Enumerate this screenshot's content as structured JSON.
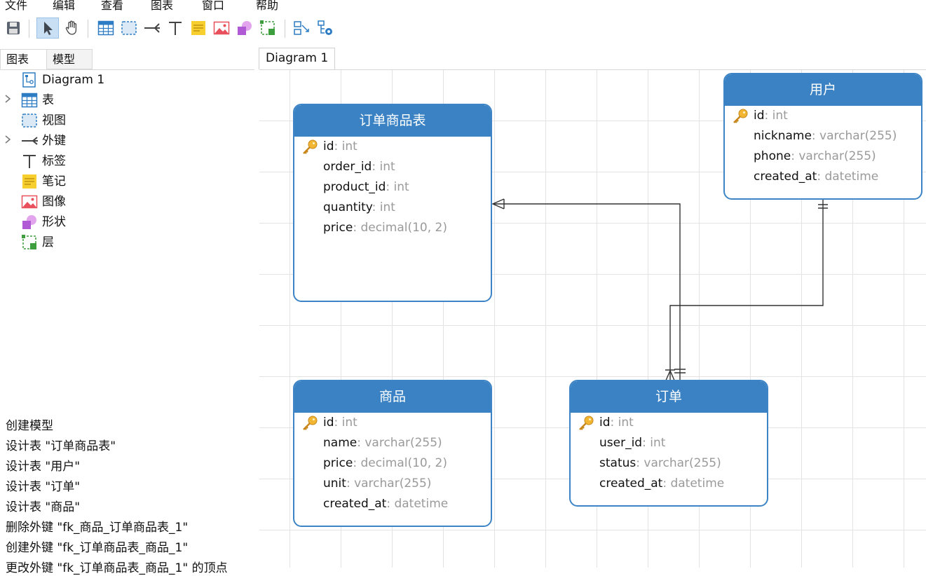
{
  "menu": [
    "文件",
    "编辑",
    "查看",
    "图表",
    "窗口",
    "帮助"
  ],
  "toolbar_icons": [
    "save-icon",
    "pointer-icon",
    "hand-icon",
    "table-icon",
    "view-icon",
    "foreign-key-icon",
    "label-icon",
    "note-icon",
    "image-icon",
    "shape-icon",
    "layer-icon",
    "auto-layout-icon",
    "preview-icon"
  ],
  "left_tabs": [
    "图表",
    "模型"
  ],
  "tree": [
    {
      "label": "Diagram 1",
      "icon": "diagram-icon",
      "expandable": false
    },
    {
      "label": "表",
      "icon": "table-icon",
      "expandable": true
    },
    {
      "label": "视图",
      "icon": "view-icon",
      "expandable": false
    },
    {
      "label": "外键",
      "icon": "foreign-key-icon",
      "expandable": true
    },
    {
      "label": "标签",
      "icon": "label-icon",
      "expandable": false
    },
    {
      "label": "笔记",
      "icon": "note-icon",
      "expandable": false
    },
    {
      "label": "图像",
      "icon": "image-icon",
      "expandable": false
    },
    {
      "label": "形状",
      "icon": "shape-icon",
      "expandable": false
    },
    {
      "label": "层",
      "icon": "layer-icon",
      "expandable": false
    }
  ],
  "history": [
    "创建模型",
    "设计表 \"订单商品表\"",
    "设计表 \"用户\"",
    "设计表 \"订单\"",
    "设计表 \"商品\"",
    "删除外键 \"fk_商品_订单商品表_1\"",
    "创建外键 \"fk_订单商品表_商品_1\"",
    "更改外键 \"fk_订单商品表_商品_1\" 的顶点"
  ],
  "canvas_tab": "Diagram 1",
  "colors": {
    "entity_header": "#3a82c3",
    "entity_border": "#3c84c5",
    "field_type": "#9a9a9a",
    "grid": "#e3e3e3"
  },
  "entities": [
    {
      "id": "order_items",
      "title": "订单商品表",
      "fields": [
        {
          "name": "id",
          "type": ": int",
          "pk": true
        },
        {
          "name": "order_id",
          "type": ": int",
          "pk": false
        },
        {
          "name": "product_id",
          "type": ": int",
          "pk": false
        },
        {
          "name": "quantity",
          "type": ": int",
          "pk": false
        },
        {
          "name": "price",
          "type": ": decimal(10, 2)",
          "pk": false
        }
      ]
    },
    {
      "id": "users",
      "title": "用户",
      "fields": [
        {
          "name": "id",
          "type": ": int",
          "pk": true
        },
        {
          "name": "nickname",
          "type": ": varchar(255)",
          "pk": false
        },
        {
          "name": "phone",
          "type": ": varchar(255)",
          "pk": false
        },
        {
          "name": "created_at",
          "type": ": datetime",
          "pk": false
        }
      ]
    },
    {
      "id": "products",
      "title": "商品",
      "fields": [
        {
          "name": "id",
          "type": ": int",
          "pk": true
        },
        {
          "name": "name",
          "type": ": varchar(255)",
          "pk": false
        },
        {
          "name": "price",
          "type": ": decimal(10, 2)",
          "pk": false
        },
        {
          "name": "unit",
          "type": ": varchar(255)",
          "pk": false
        },
        {
          "name": "created_at",
          "type": ": datetime",
          "pk": false
        }
      ]
    },
    {
      "id": "orders",
      "title": "订单",
      "fields": [
        {
          "name": "id",
          "type": ": int",
          "pk": true
        },
        {
          "name": "user_id",
          "type": ": int",
          "pk": false
        },
        {
          "name": "status",
          "type": ": varchar(255)",
          "pk": false
        },
        {
          "name": "created_at",
          "type": ": datetime",
          "pk": false
        }
      ]
    }
  ]
}
